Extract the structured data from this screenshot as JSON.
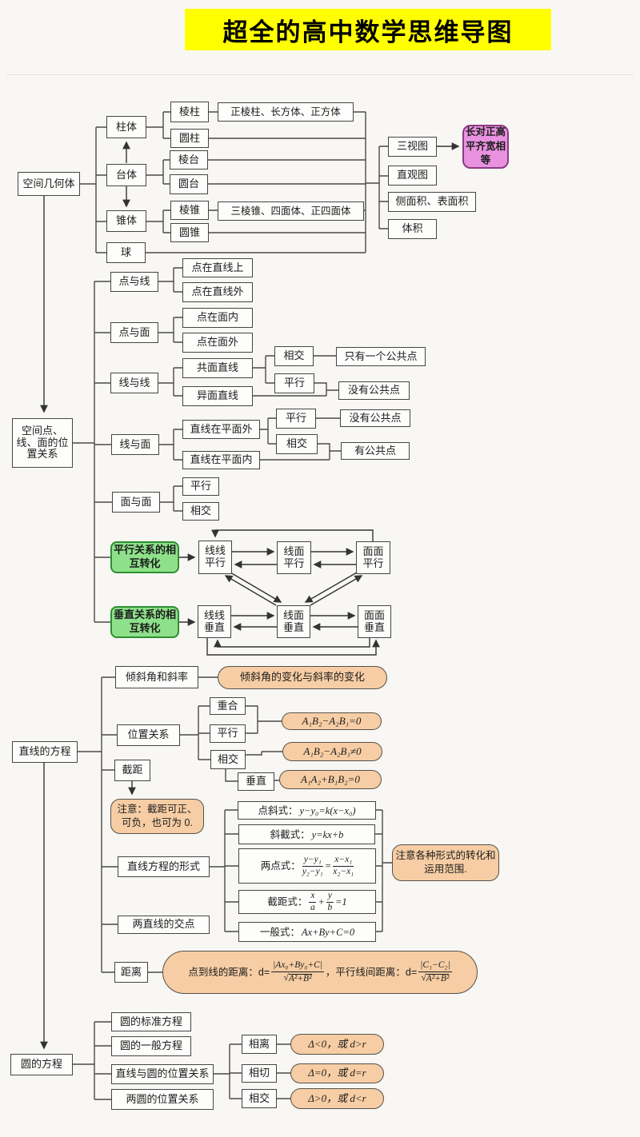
{
  "title": "超全的高中数学思维导图",
  "s1": {
    "root": "空间几何体",
    "zhu": "柱体",
    "tai": "台体",
    "zhui": "锥体",
    "qiu": "球",
    "lengzhu": "棱柱",
    "yuanzhu": "圆柱",
    "lengtai": "棱台",
    "yuantai": "圆台",
    "lengzhui": "棱锥",
    "yuanzhui": "圆锥",
    "prism_types": "正棱柱、长方体、正方体",
    "pyramid_types": "三棱锥、四面体、正四面体",
    "three_views": "三视图",
    "intuitive": "直观图",
    "areas": "侧面积、表面积",
    "volume": "体积",
    "rule": "长对正高平齐宽相等"
  },
  "s2": {
    "root": "空间点、线、面的位置关系",
    "pt_line": "点与线",
    "pt_plane": "点与面",
    "line_line": "线与线",
    "line_plane": "线与面",
    "plane_plane": "面与面",
    "on_line": "点在直线上",
    "off_line": "点在直线外",
    "in_plane": "点在面内",
    "out_plane": "点在面外",
    "coplanar": "共面直线",
    "skew": "异面直线",
    "jiao1": "相交",
    "ping1": "平行",
    "one_common": "只有一个公共点",
    "no_common1": "没有公共点",
    "line_out": "直线在平面外",
    "line_in": "直线在平面内",
    "ping2": "平行",
    "jiao2": "相交",
    "no_common2": "没有公共点",
    "has_common": "有公共点",
    "ping3": "平行",
    "jiao3": "相交",
    "par_transform": "平行关系的相互转化",
    "perp_transform": "垂直关系的相互转化",
    "ll_par": "线线平行",
    "lp_par": "线面平行",
    "pp_par": "面面平行",
    "ll_perp": "线线垂直",
    "lp_perp": "线面垂直",
    "pp_perp": "面面垂直"
  },
  "s3": {
    "root": "直线的方程",
    "slope": "倾斜角和斜率",
    "slope_note": "倾斜角的变化与斜率的变化",
    "pos": "位置关系",
    "chonghe": "重合",
    "pingxing": "平行",
    "xiangjiao": "相交",
    "chuizhi": "垂直",
    "f_par": "A₁B₂−A₂B₁=0",
    "f_jiao": "A₁B₂−A₂B₁≠0",
    "f_perp": "A₁A₂+B₁B₂=0",
    "intercept": "截距",
    "intercept_note": "注意：截距可正、可负，也可为 0.",
    "forms": "直线方程的形式",
    "pt_slope_label": "点斜式：",
    "pt_slope_f": "y−y₀=k(x−x₀)",
    "slope_int_label": "斜截式：",
    "slope_int_f": "y=kx+b",
    "two_pt_label": "两点式：",
    "two_pt_n1": "y−y₁",
    "two_pt_d1": "y₂−y₁",
    "two_pt_eq": "=",
    "two_pt_n2": "x−x₁",
    "two_pt_d2": "x₂−x₁",
    "int_form_label": "截距式：",
    "int_n1": "x",
    "int_d1": "a",
    "int_plus": "+",
    "int_n2": "y",
    "int_d2": "b",
    "int_eq": "=1",
    "general_label": "一般式：",
    "general_f": "Ax+By+C=0",
    "forms_note": "注意各种形式的转化和运用范围.",
    "cross": "两直线的交点",
    "dist": "距离",
    "sqrt": "√",
    "dist_l1": "点到线的距离：d=",
    "dist_n1": "|Ax₀+By₀+C|",
    "dist_r1": "A²+B²",
    "dist_l2": "，平行线间距离：d=",
    "dist_n2": "|C₁−C₂|",
    "dist_r2": "A²+B²"
  },
  "s4": {
    "root": "圆的方程",
    "std": "圆的标准方程",
    "general": "圆的一般方程",
    "line_circle": "直线与圆的位置关系",
    "two_circles": "两圆的位置关系",
    "xiangli": "相离",
    "xiangqie": "相切",
    "xiangjiao": "相交",
    "f_li": "Δ<0，或 d>r",
    "f_qie": "Δ=0，或 d=r",
    "f_jiao": "Δ>0，或 d<r"
  }
}
